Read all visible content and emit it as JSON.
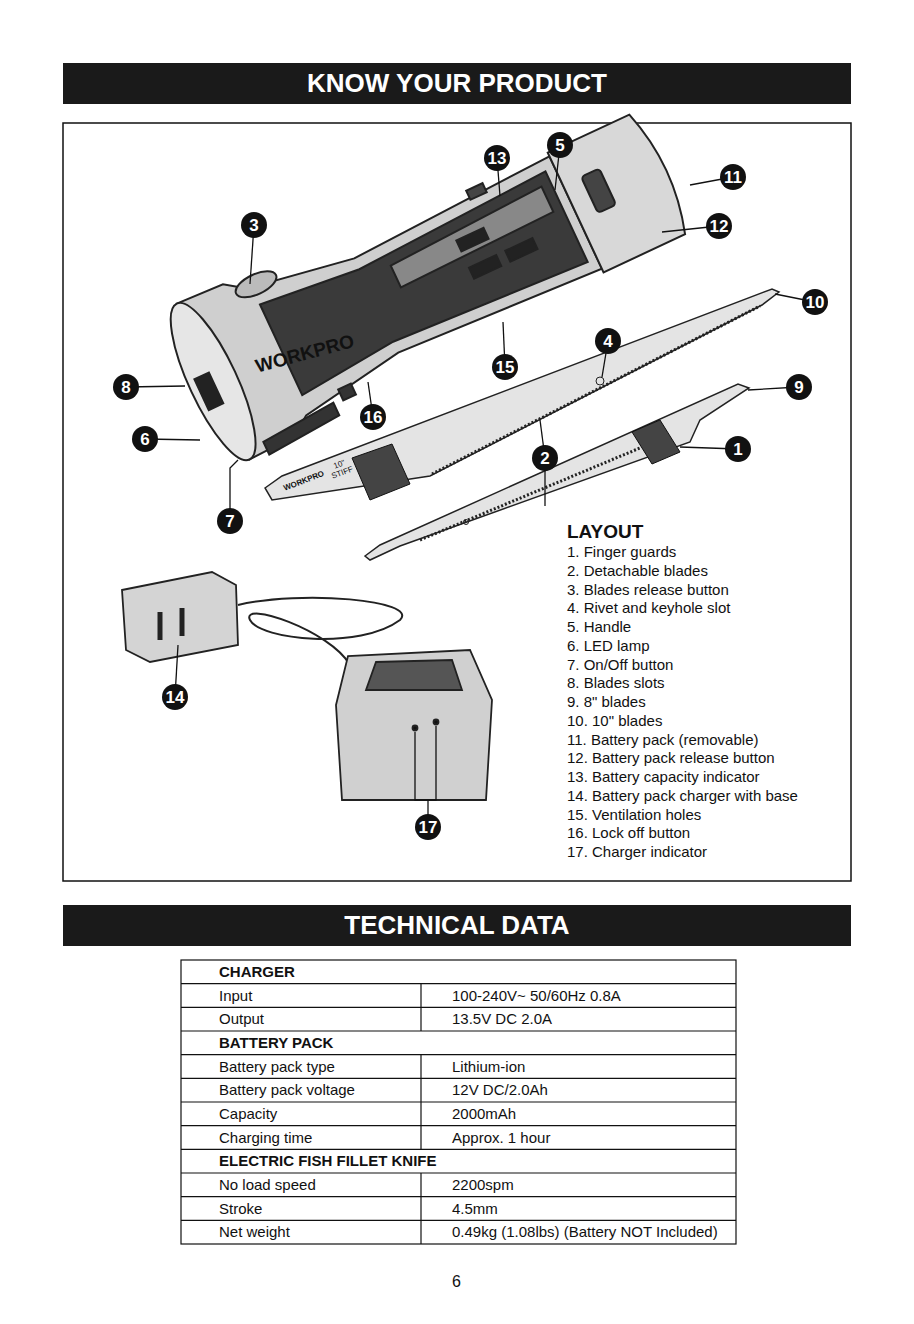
{
  "diagram": {
    "nodes": [
      {
        "text": [
          "KNOW YOUR PRODUCT"
        ]
      },
      {
        "text": [
          "TECHNICAL DATA"
        ]
      }
    ],
    "labels": [
      "13",
      "5",
      "11",
      "3",
      "12",
      "10",
      "8",
      "4",
      "15",
      "9",
      "6",
      "16",
      "1",
      "2",
      "7",
      "14",
      "17",
      "WORKPRO",
      "WORKPRO",
      "10\"",
      "STIFF",
      "LAYOUT",
      "1. Finger guards",
      "2. Detachable blades",
      "3. Blades release button",
      "4. Rivet and keyhole slot",
      "5. Handle",
      "6. LED lamp",
      "7. On/Off button",
      "8. Blades slots",
      "9. 8\" blades",
      "10. 10\" blades",
      "11. Battery pack (removable)",
      "12. Battery pack release button",
      "13. Battery capacity indicator",
      "14. Battery pack charger with base",
      "15. Ventilation holes",
      "16. Lock off button",
      "17. Charger indicator",
      "CHARGER",
      "Input",
      "100-240V~ 50/60Hz 0.8A",
      "Output",
      "13.5V DC 2.0A",
      "BATTERY PACK",
      "Battery pack type",
      "Lithium-ion",
      "Battery pack voltage",
      "12V DC/2.0Ah",
      "Capacity",
      "2000mAh",
      "Charging time",
      "Approx. 1 hour",
      "ELECTRIC FISH FILLET KNIFE",
      "No load speed",
      "2200spm",
      "Stroke",
      "4.5mm",
      "Net weight",
      "0.49kg (1.08lbs) (Battery NOT Included)",
      "6"
    ]
  }
}
